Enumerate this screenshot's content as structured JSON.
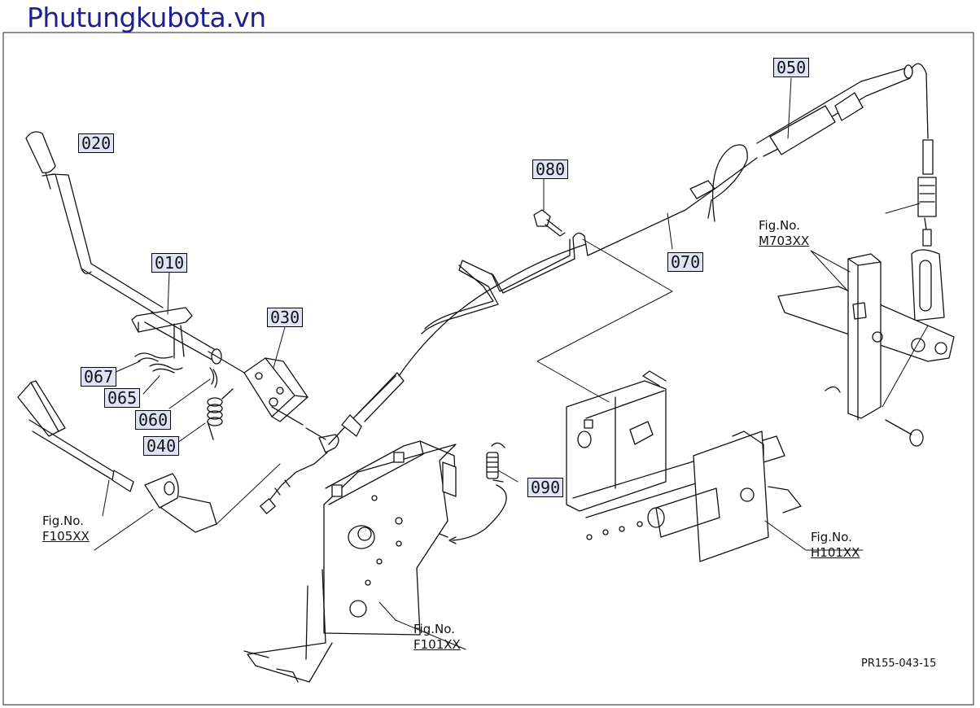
{
  "site_title": "Phutungkubota.vn",
  "part_labels": [
    "010",
    "020",
    "030",
    "040",
    "050",
    "060",
    "065",
    "067",
    "070",
    "080",
    "090"
  ],
  "fig_refs": [
    {
      "label": "Fig.No.",
      "code": "F105XX"
    },
    {
      "label": "Fig.No.",
      "code": "F101XX"
    },
    {
      "label": "Fig.No.",
      "code": "M703XX"
    },
    {
      "label": "Fig.No.",
      "code": "H101XX"
    }
  ],
  "page_code": "PR155-043-15"
}
